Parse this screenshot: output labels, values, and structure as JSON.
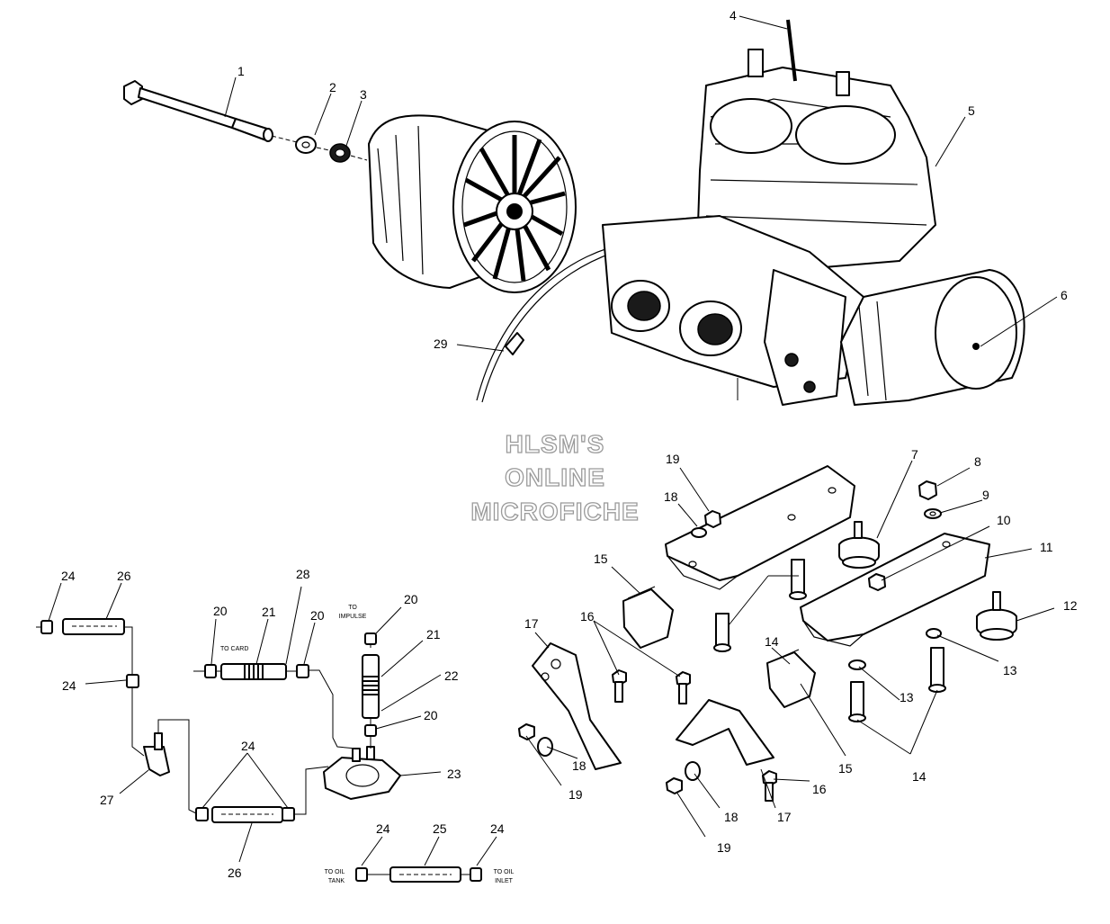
{
  "watermark": {
    "line1": "HLSM'S",
    "line2": "ONLINE",
    "line3": "MICROFICHE"
  },
  "callouts": {
    "c1": "1",
    "c2": "2",
    "c3": "3",
    "c4": "4",
    "c5": "5",
    "c6": "6",
    "c7": "7",
    "c8": "8",
    "c9": "9",
    "c10": "10",
    "c11": "11",
    "c12": "12",
    "c13a": "13",
    "c13b": "13",
    "c14a": "14",
    "c14b": "14",
    "c15a": "15",
    "c15b": "15",
    "c16a": "16",
    "c16b": "16",
    "c17a": "17",
    "c17b": "17",
    "c18a": "18",
    "c18b": "18",
    "c18c": "18",
    "c19a": "19",
    "c19b": "19",
    "c19c": "19",
    "c20a": "20",
    "c20b": "20",
    "c20c": "20",
    "c20d": "20",
    "c21a": "21",
    "c21b": "21",
    "c22": "22",
    "c23": "23",
    "c24a": "24",
    "c24b": "24",
    "c24c": "24",
    "c24d": "24",
    "c24e": "24",
    "c25": "25",
    "c26a": "26",
    "c26b": "26",
    "c27": "27",
    "c28": "28",
    "c29": "29"
  },
  "labels": {
    "to_card": "TO CARD",
    "to_impulse_1": "TO",
    "to_impulse_2": "IMPULSE",
    "to_oil_tank_1": "TO OIL",
    "to_oil_tank_2": "TANK",
    "to_oil_inlet_1": "TO OIL",
    "to_oil_inlet_2": "INLET"
  }
}
